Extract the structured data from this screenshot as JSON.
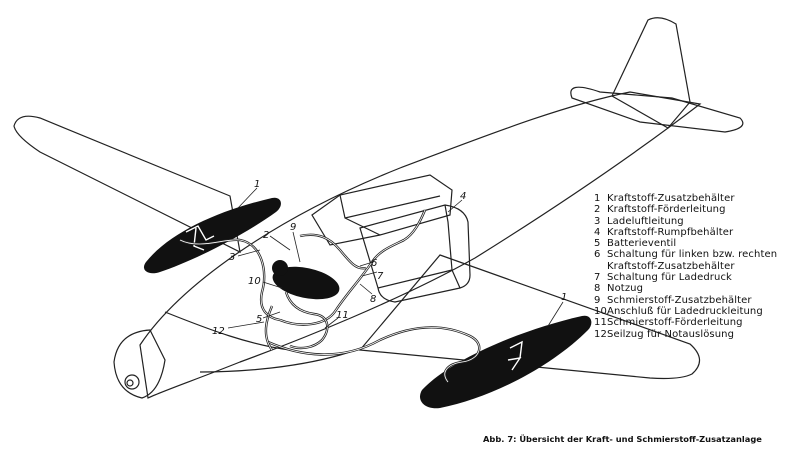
{
  "legend": {
    "items": [
      {
        "num": "1",
        "text": "Kraftstoff-Zusatzbehälter"
      },
      {
        "num": "2",
        "text": "Kraftstoff-Förderleitung"
      },
      {
        "num": "3",
        "text": "Ladeluftleitung"
      },
      {
        "num": "4",
        "text": "Kraftstoff-Rumpfbehälter"
      },
      {
        "num": "5",
        "text": "Batterieventil"
      },
      {
        "num": "6",
        "text": "Schaltung für linken bzw. rechten",
        "cont": "Kraftstoff-Zusatzbehälter"
      },
      {
        "num": "7",
        "text": "Schaltung für Ladedruck"
      },
      {
        "num": "8",
        "text": "Notzug"
      },
      {
        "num": "9",
        "text": "Schmierstoff-Zusatzbehälter"
      },
      {
        "num": "10",
        "text": "Anschluß für Ladedruckleitung"
      },
      {
        "num": "11",
        "text": "Schmierstoff-Förderleitung"
      },
      {
        "num": "12",
        "text": "Seilzug für Notauslösung"
      }
    ]
  },
  "callouts": {
    "c1_left": "1",
    "c1_right": "1",
    "c2": "2",
    "c3": "3",
    "c4": "4",
    "c5": "5",
    "c6": "6",
    "c7": "7",
    "c8": "8",
    "c9": "9",
    "c10": "10",
    "c11": "11",
    "c12": "12"
  },
  "caption": "Abb. 7: Übersicht der Kraft- und Schmierstoff-Zusatzanlage"
}
